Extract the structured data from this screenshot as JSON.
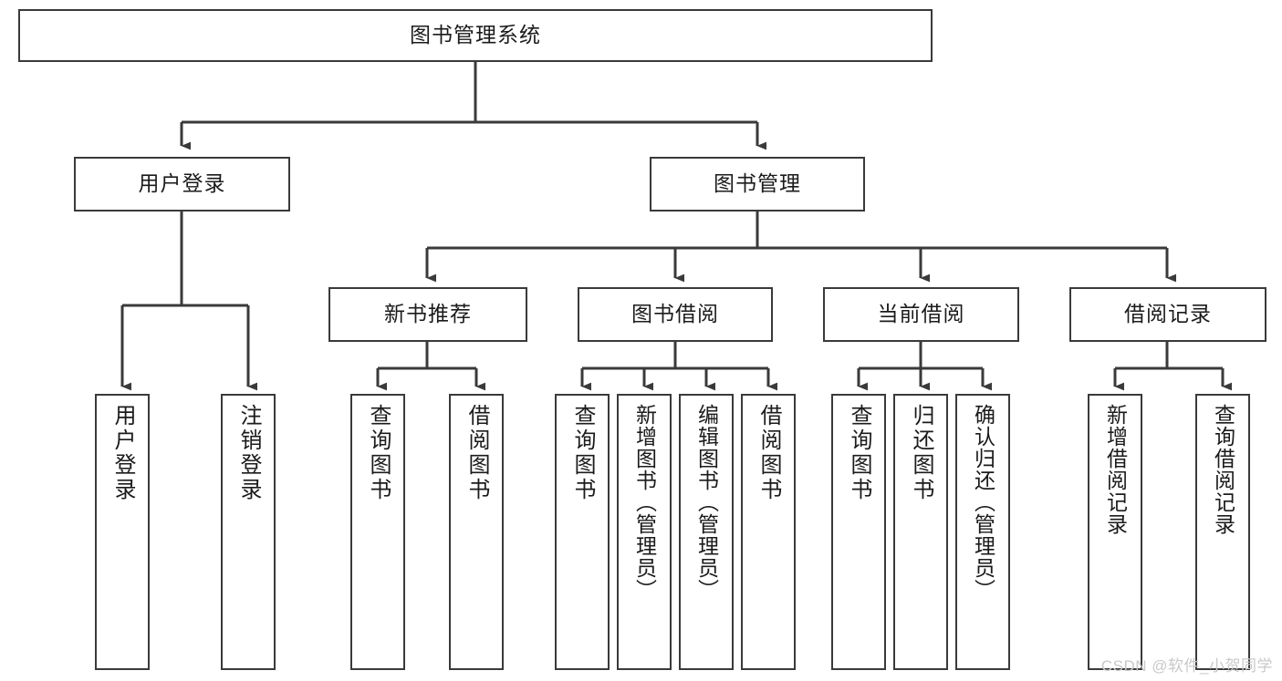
{
  "diagram": {
    "title": "图书管理系统",
    "type": "tree-hierarchy",
    "nodes": {
      "root": {
        "label": "图书管理系统"
      },
      "level1": [
        {
          "id": "user-login",
          "label": "用户登录"
        },
        {
          "id": "book-management",
          "label": "图书管理"
        }
      ],
      "level2": [
        {
          "id": "new-book-recommend",
          "label": "新书推荐"
        },
        {
          "id": "book-borrow",
          "label": "图书借阅"
        },
        {
          "id": "current-borrow",
          "label": "当前借阅"
        },
        {
          "id": "borrow-record",
          "label": "借阅记录"
        }
      ],
      "leaves": {
        "user_login": [
          {
            "id": "leaf-user-login",
            "label": "用户登录"
          },
          {
            "id": "leaf-logout",
            "label": "注销登录"
          }
        ],
        "new_book_recommend": [
          {
            "id": "leaf-query-book-1",
            "label": "查询图书"
          },
          {
            "id": "leaf-borrow-book-1",
            "label": "借阅图书"
          }
        ],
        "book_borrow": [
          {
            "id": "leaf-query-book-2",
            "label": "查询图书"
          },
          {
            "id": "leaf-add-book",
            "label": "新增图书（管理员）"
          },
          {
            "id": "leaf-edit-book",
            "label": "编辑图书（管理员）"
          },
          {
            "id": "leaf-borrow-book-2",
            "label": "借阅图书"
          }
        ],
        "current_borrow": [
          {
            "id": "leaf-query-book-3",
            "label": "查询图书"
          },
          {
            "id": "leaf-return-book",
            "label": "归还图书"
          },
          {
            "id": "leaf-confirm-return",
            "label": "确认归还（管理员）"
          }
        ],
        "borrow_record": [
          {
            "id": "leaf-add-record",
            "label": "新增借阅记录"
          },
          {
            "id": "leaf-query-record",
            "label": "查询借阅记录"
          }
        ]
      }
    },
    "colors": {
      "border": "#3a3a3a",
      "fill": "#ffffff",
      "text": "#1b1b1b",
      "edge": "#3a3a3a",
      "watermark": "#c9c9c9"
    }
  },
  "watermark": {
    "text": "CSDN @软件_小贺同学"
  }
}
